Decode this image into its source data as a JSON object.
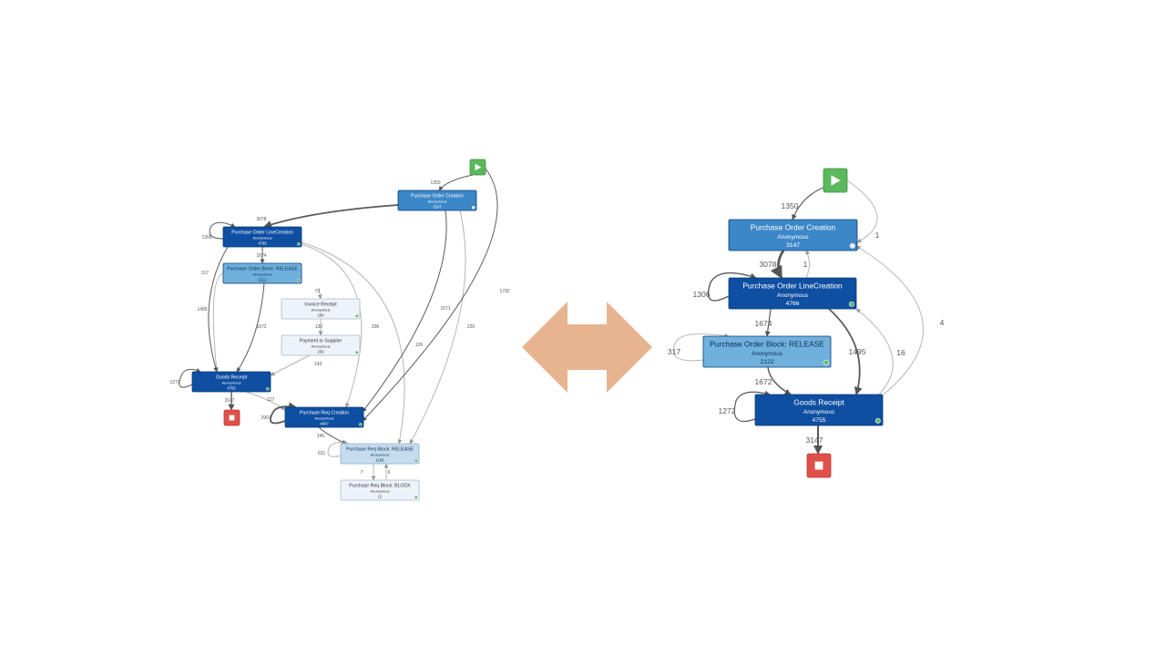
{
  "colors": {
    "dark": "#0e4fa2",
    "medium": "#3b87c8",
    "light": "#6fb0dc",
    "pale": "#c5dcee",
    "faint": "#eef3fa",
    "start": "#5cb85c",
    "end": "#e0504a",
    "arrow": "#e8b48f"
  },
  "left": {
    "nodes": [
      {
        "id": "start",
        "type": "start"
      },
      {
        "id": "poc",
        "title": "Purchase Order Creation",
        "sub": "Anonymous",
        "count": "3147",
        "style": "medium"
      },
      {
        "id": "polc",
        "title": "Purchase Order LineCreation",
        "sub": "Anonymous",
        "count": "4766",
        "style": "dark"
      },
      {
        "id": "pob",
        "title": "Purchase Order Block: RELEASE",
        "sub": "Anonymous",
        "count": "2122",
        "style": "light"
      },
      {
        "id": "ir",
        "title": "Invoice Receipt",
        "sub": "Anonymous",
        "count": "200",
        "style": "faint"
      },
      {
        "id": "pts",
        "title": "Payment to Supplier",
        "sub": "Anonymous",
        "count": "200",
        "style": "faint"
      },
      {
        "id": "gr",
        "title": "Goods Receipt",
        "sub": "Anonymous",
        "count": "4755",
        "style": "dark"
      },
      {
        "id": "end",
        "type": "end"
      },
      {
        "id": "prc",
        "title": "Purchase Req Creation",
        "sub": "Anonymous",
        "count": "4947",
        "style": "dark"
      },
      {
        "id": "prbr",
        "title": "Purchase Req Block: RELEASE",
        "sub": "Anonymous",
        "count": "1166",
        "style": "pale"
      },
      {
        "id": "prbb",
        "title": "Purchase Req Block: BLOCK",
        "sub": "Anonymous",
        "count": "12",
        "style": "faint"
      }
    ],
    "edges": [
      {
        "label": "1350"
      },
      {
        "label": "3078"
      },
      {
        "label": "1306"
      },
      {
        "label": "1674"
      },
      {
        "label": "317"
      },
      {
        "label": "1495"
      },
      {
        "label": "1672"
      },
      {
        "label": "73"
      },
      {
        "label": "132"
      },
      {
        "label": "143"
      },
      {
        "label": "1272"
      },
      {
        "label": "3147"
      },
      {
        "label": "206"
      },
      {
        "label": "126"
      },
      {
        "label": "1571"
      },
      {
        "label": "220"
      },
      {
        "label": "1792"
      },
      {
        "label": "127"
      },
      {
        "label": "2907"
      },
      {
        "label": "245"
      },
      {
        "label": "631"
      },
      {
        "label": "7"
      },
      {
        "label": "6"
      }
    ]
  },
  "right": {
    "nodes": [
      {
        "id": "start",
        "type": "start"
      },
      {
        "id": "poc",
        "title": "Purchase Order Creation",
        "sub": "Anonymous",
        "count": "3147",
        "style": "medium"
      },
      {
        "id": "polc",
        "title": "Purchase Order LineCreation",
        "sub": "Anonymous",
        "count": "4766",
        "style": "dark"
      },
      {
        "id": "pob",
        "title": "Purchase Order Block: RELEASE",
        "sub": "Anonymous",
        "count": "2122",
        "style": "light"
      },
      {
        "id": "gr",
        "title": "Goods Receipt",
        "sub": "Anonymous",
        "count": "4755",
        "style": "dark"
      },
      {
        "id": "end",
        "type": "end"
      }
    ],
    "edges": [
      {
        "label": "1350"
      },
      {
        "label": "1"
      },
      {
        "label": "3078"
      },
      {
        "label": "1"
      },
      {
        "label": "1306"
      },
      {
        "label": "1674"
      },
      {
        "label": "317"
      },
      {
        "label": "1495"
      },
      {
        "label": "16"
      },
      {
        "label": "4"
      },
      {
        "label": "1672"
      },
      {
        "label": "1272"
      },
      {
        "label": "3147"
      }
    ]
  }
}
